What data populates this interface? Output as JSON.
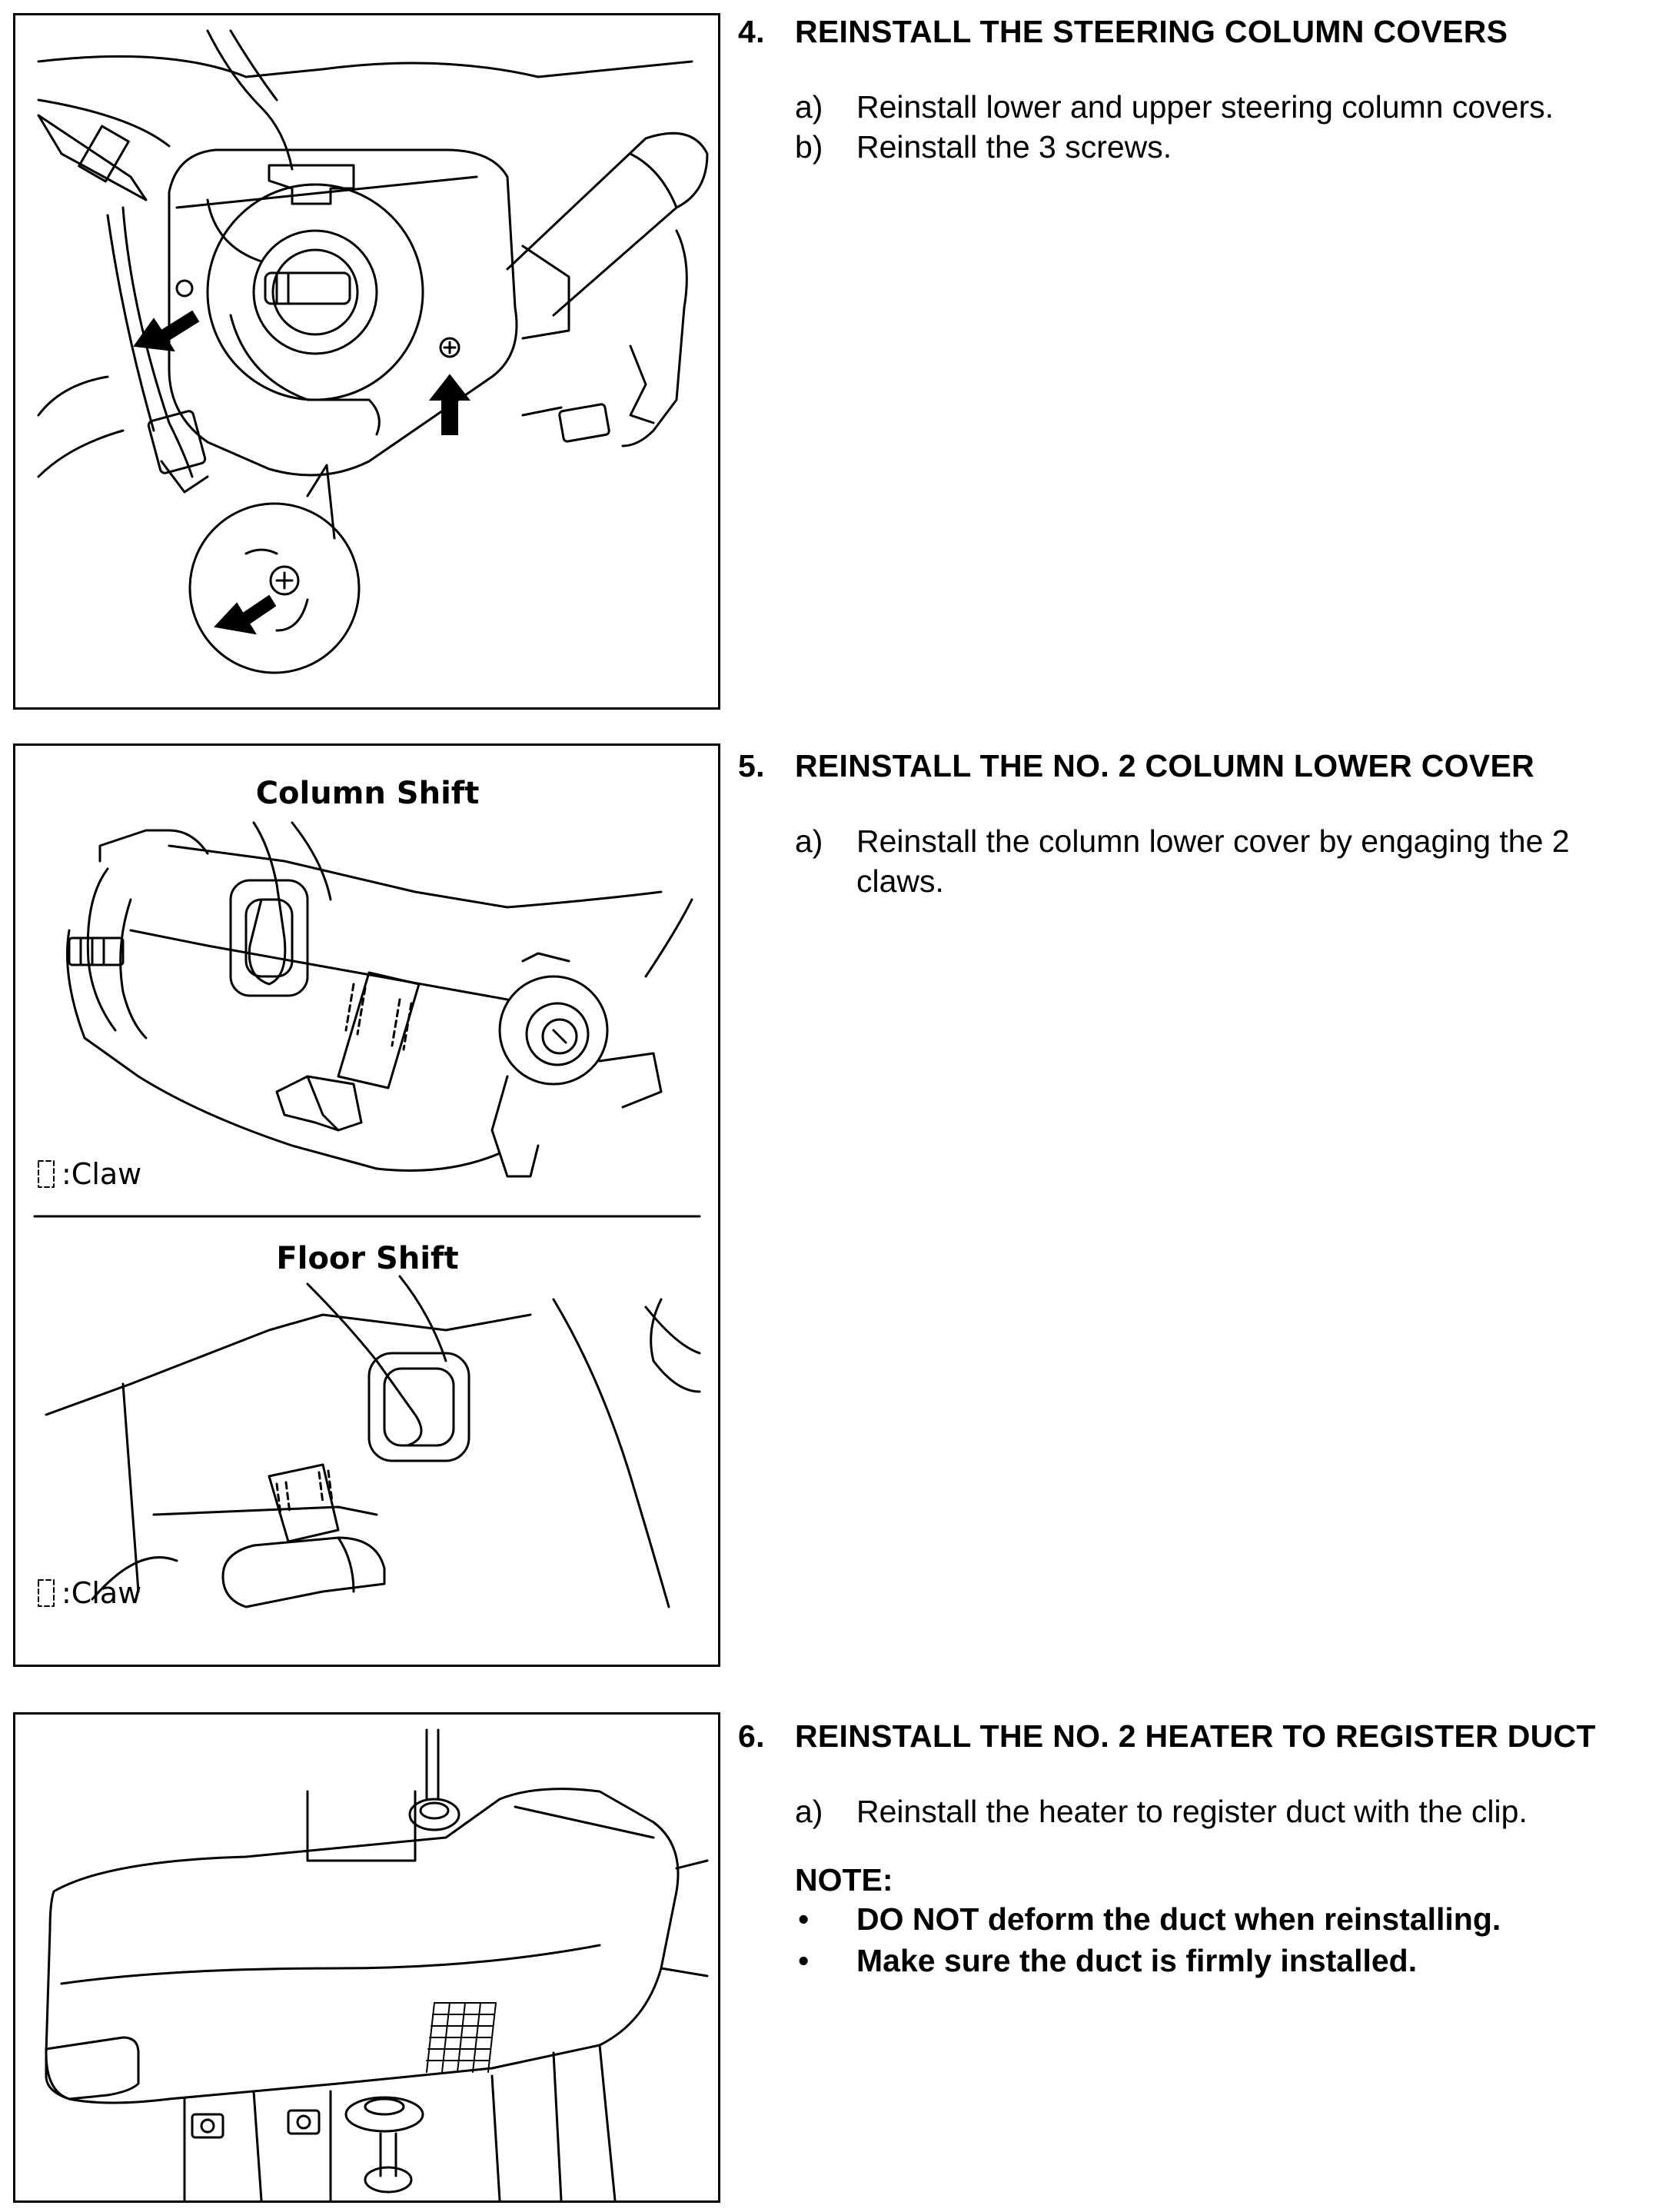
{
  "steps": [
    {
      "number": "4.",
      "title": "REINSTALL THE STEERING COLUMN COVERS",
      "items": [
        {
          "label": "a)",
          "text": "Reinstall lower and upper steering column covers."
        },
        {
          "label": "b)",
          "text": "Reinstall the 3 screws."
        }
      ]
    },
    {
      "number": "5.",
      "title": "REINSTALL THE NO. 2 COLUMN LOWER COVER",
      "items": [
        {
          "label": "a)",
          "text": "Reinstall the column lower cover by engaging the 2 claws."
        }
      ]
    },
    {
      "number": "6.",
      "title": "REINSTALL THE NO. 2 HEATER TO REGISTER DUCT",
      "items": [
        {
          "label": "a)",
          "text": "Reinstall the heater to register duct with the clip."
        }
      ],
      "note": {
        "heading": "NOTE:",
        "bullets": [
          "DO NOT deform the duct when reinstalling.",
          "Make sure the duct is firmly installed."
        ]
      }
    }
  ],
  "figures": {
    "fig2": {
      "column_shift_label": "Column Shift",
      "floor_shift_label": "Floor Shift",
      "claw_legend": ":Claw",
      "claw_legend_2": ":Claw"
    }
  },
  "colors": {
    "ink": "#000000",
    "paper": "#ffffff"
  }
}
